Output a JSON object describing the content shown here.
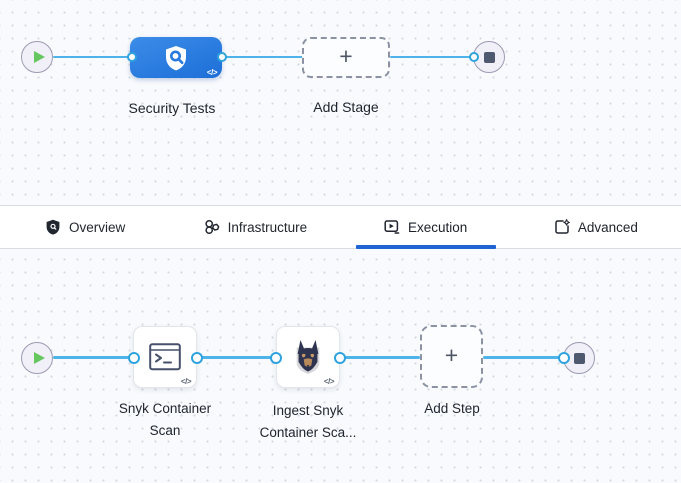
{
  "stage_flow": {
    "stage_label": "Security Tests",
    "add_stage_label": "Add Stage",
    "plus": "+",
    "code_badge": "</>"
  },
  "tabs": {
    "items": [
      {
        "label": "Overview",
        "icon": "shield-overview-icon",
        "active": false
      },
      {
        "label": "Infrastructure",
        "icon": "infrastructure-icon",
        "active": false
      },
      {
        "label": "Execution",
        "icon": "execution-icon",
        "active": true
      },
      {
        "label": "Advanced",
        "icon": "advanced-icon",
        "active": false
      }
    ]
  },
  "step_flow": {
    "steps": [
      {
        "line1": "Snyk Container",
        "line2": "Scan",
        "icon": "terminal-icon"
      },
      {
        "line1": "Ingest Snyk",
        "line2": "Container Sca...",
        "icon": "snyk-dog-icon"
      }
    ],
    "add_step_label": "Add Step",
    "plus": "+",
    "code_badge": "</>"
  },
  "colors": {
    "edge_blue": "#4db3e8",
    "connector_dot_border": "#2fa3de",
    "stage_blue_start": "#3c8de8",
    "stage_blue_end": "#1d6ed8",
    "active_tab_underline": "#2064d4",
    "play_green": "#66c761",
    "stop_slate": "#4e586e",
    "canvas_bg": "#f8fafd"
  }
}
